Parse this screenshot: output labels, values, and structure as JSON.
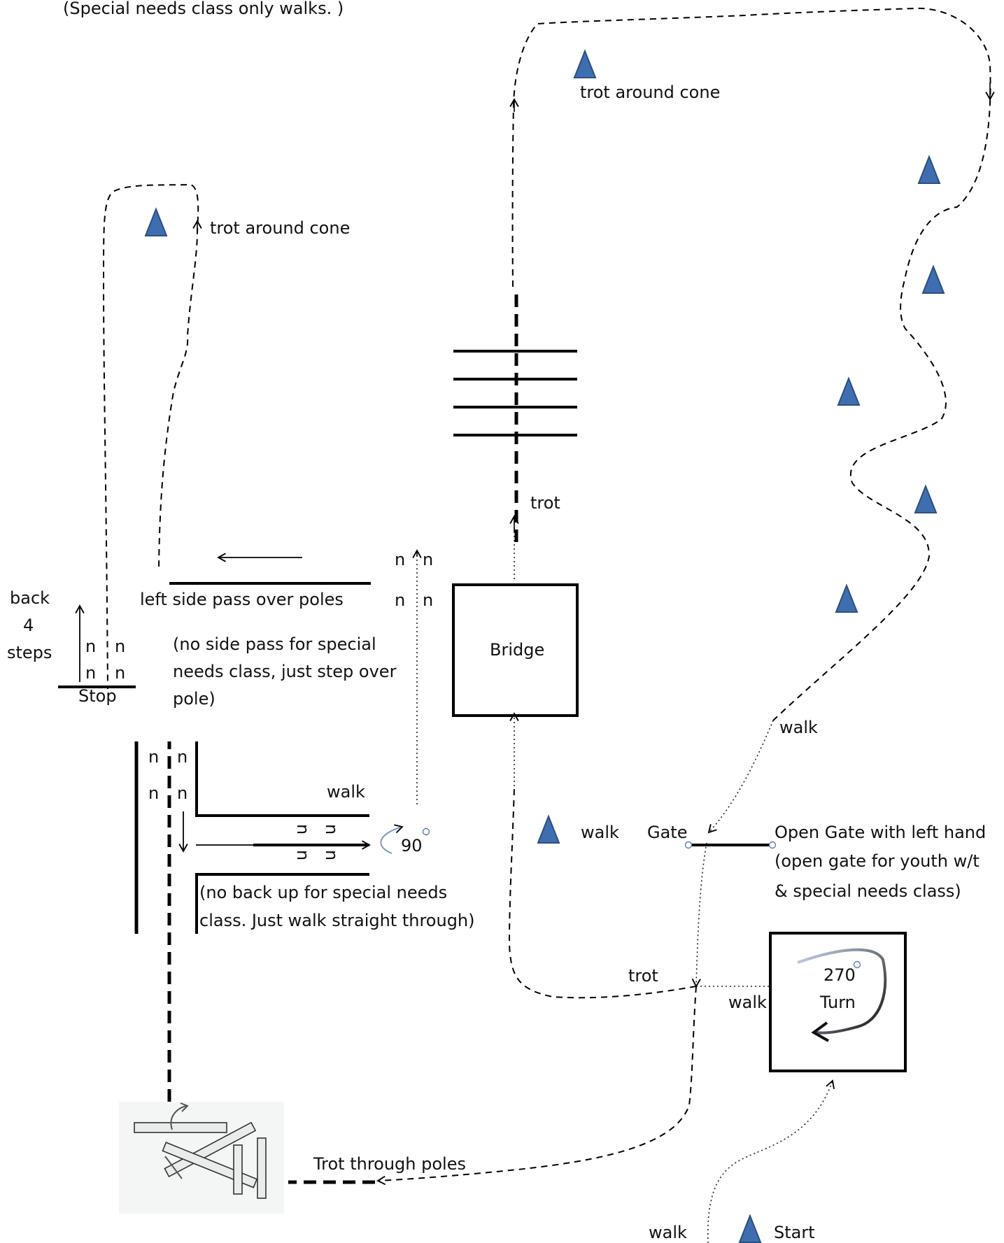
{
  "header_note": "(Special needs class only walks. )",
  "labels": {
    "trot_around_cone_top": "trot around cone",
    "trot_around_cone_left": "trot around cone",
    "trot_bridge": "trot",
    "bridge": "Bridge",
    "left_side_pass": "left side pass over poles",
    "no_side_pass_1": "(no side pass for special",
    "no_side_pass_2": "needs class, just step over",
    "no_side_pass_3": "pole)",
    "back_1": "back",
    "back_2": "4",
    "back_3": "steps",
    "stop": "Stop",
    "walk_l": "walk",
    "ninety": "90",
    "no_back_up_1": "(no back up for special needs",
    "no_back_up_2": "class. Just walk straight through)",
    "walk_cone": "walk",
    "gate": "Gate",
    "walk_gate": "walk",
    "open_gate_1": "Open Gate with left hand",
    "open_gate_2": "(open gate for youth w/t",
    "open_gate_3": "& special needs class)",
    "trot_lower": "trot",
    "walk_turn": "walk",
    "turn_deg": "270",
    "turn_word": "Turn",
    "trot_through_poles": "Trot through poles",
    "walk_start": "walk",
    "start": "Start",
    "pole_mark": "n"
  },
  "colors": {
    "cone": "#3f6eb0",
    "cone_outline": "#2c4f80",
    "line": "#000000"
  },
  "icons": {
    "cone": "traffic-cone-triangle-icon",
    "degree": "degree-circle-icon",
    "turn_arrow": "curved-arrow-icon",
    "poles": "crossed-poles-icon"
  }
}
